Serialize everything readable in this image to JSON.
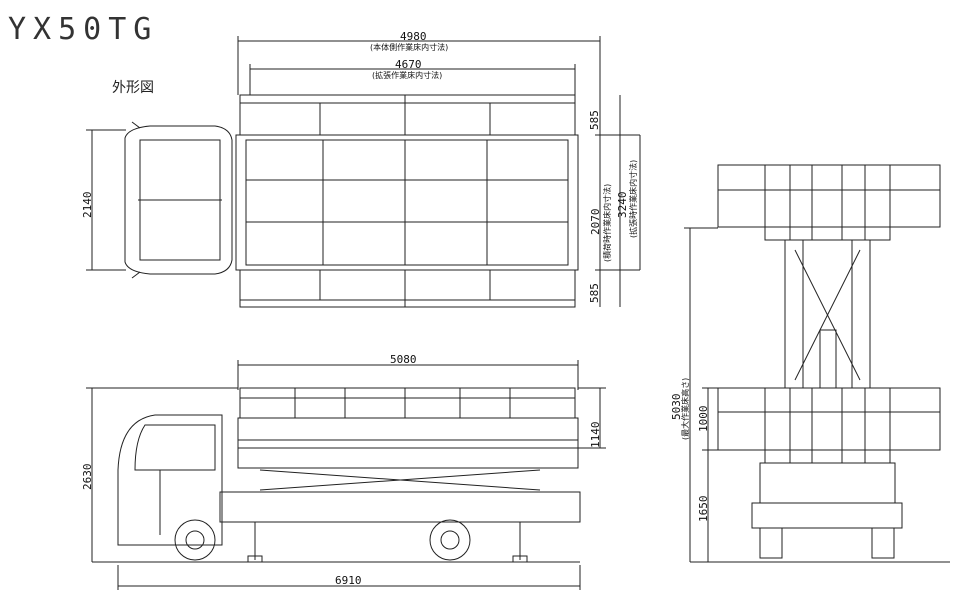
{
  "model": "YX50TG",
  "view_title": "外形図",
  "dimensions": {
    "top_outer_length": "4980",
    "top_outer_length_note": "(本体側作業床内寸法)",
    "top_inner_length": "4670",
    "top_inner_length_note": "(拡張作業床内寸法)",
    "top_ext_width_upper": "585",
    "top_deck_width": "2070",
    "top_deck_width_note": "(積荷時作業床内寸法)",
    "top_total_width": "3240",
    "top_total_width_note": "(拡張時作業床内寸法)",
    "top_ext_width_lower": "585",
    "cab_width": "2140",
    "side_platform_length": "5080",
    "side_rail_height": "1140",
    "side_total_height": "2630",
    "side_overall_length": "6910",
    "rear_max_height": "5030",
    "rear_max_height_note": "(最大作業床高さ)",
    "rear_rail_height": "1000",
    "rear_deck_height": "1650"
  }
}
